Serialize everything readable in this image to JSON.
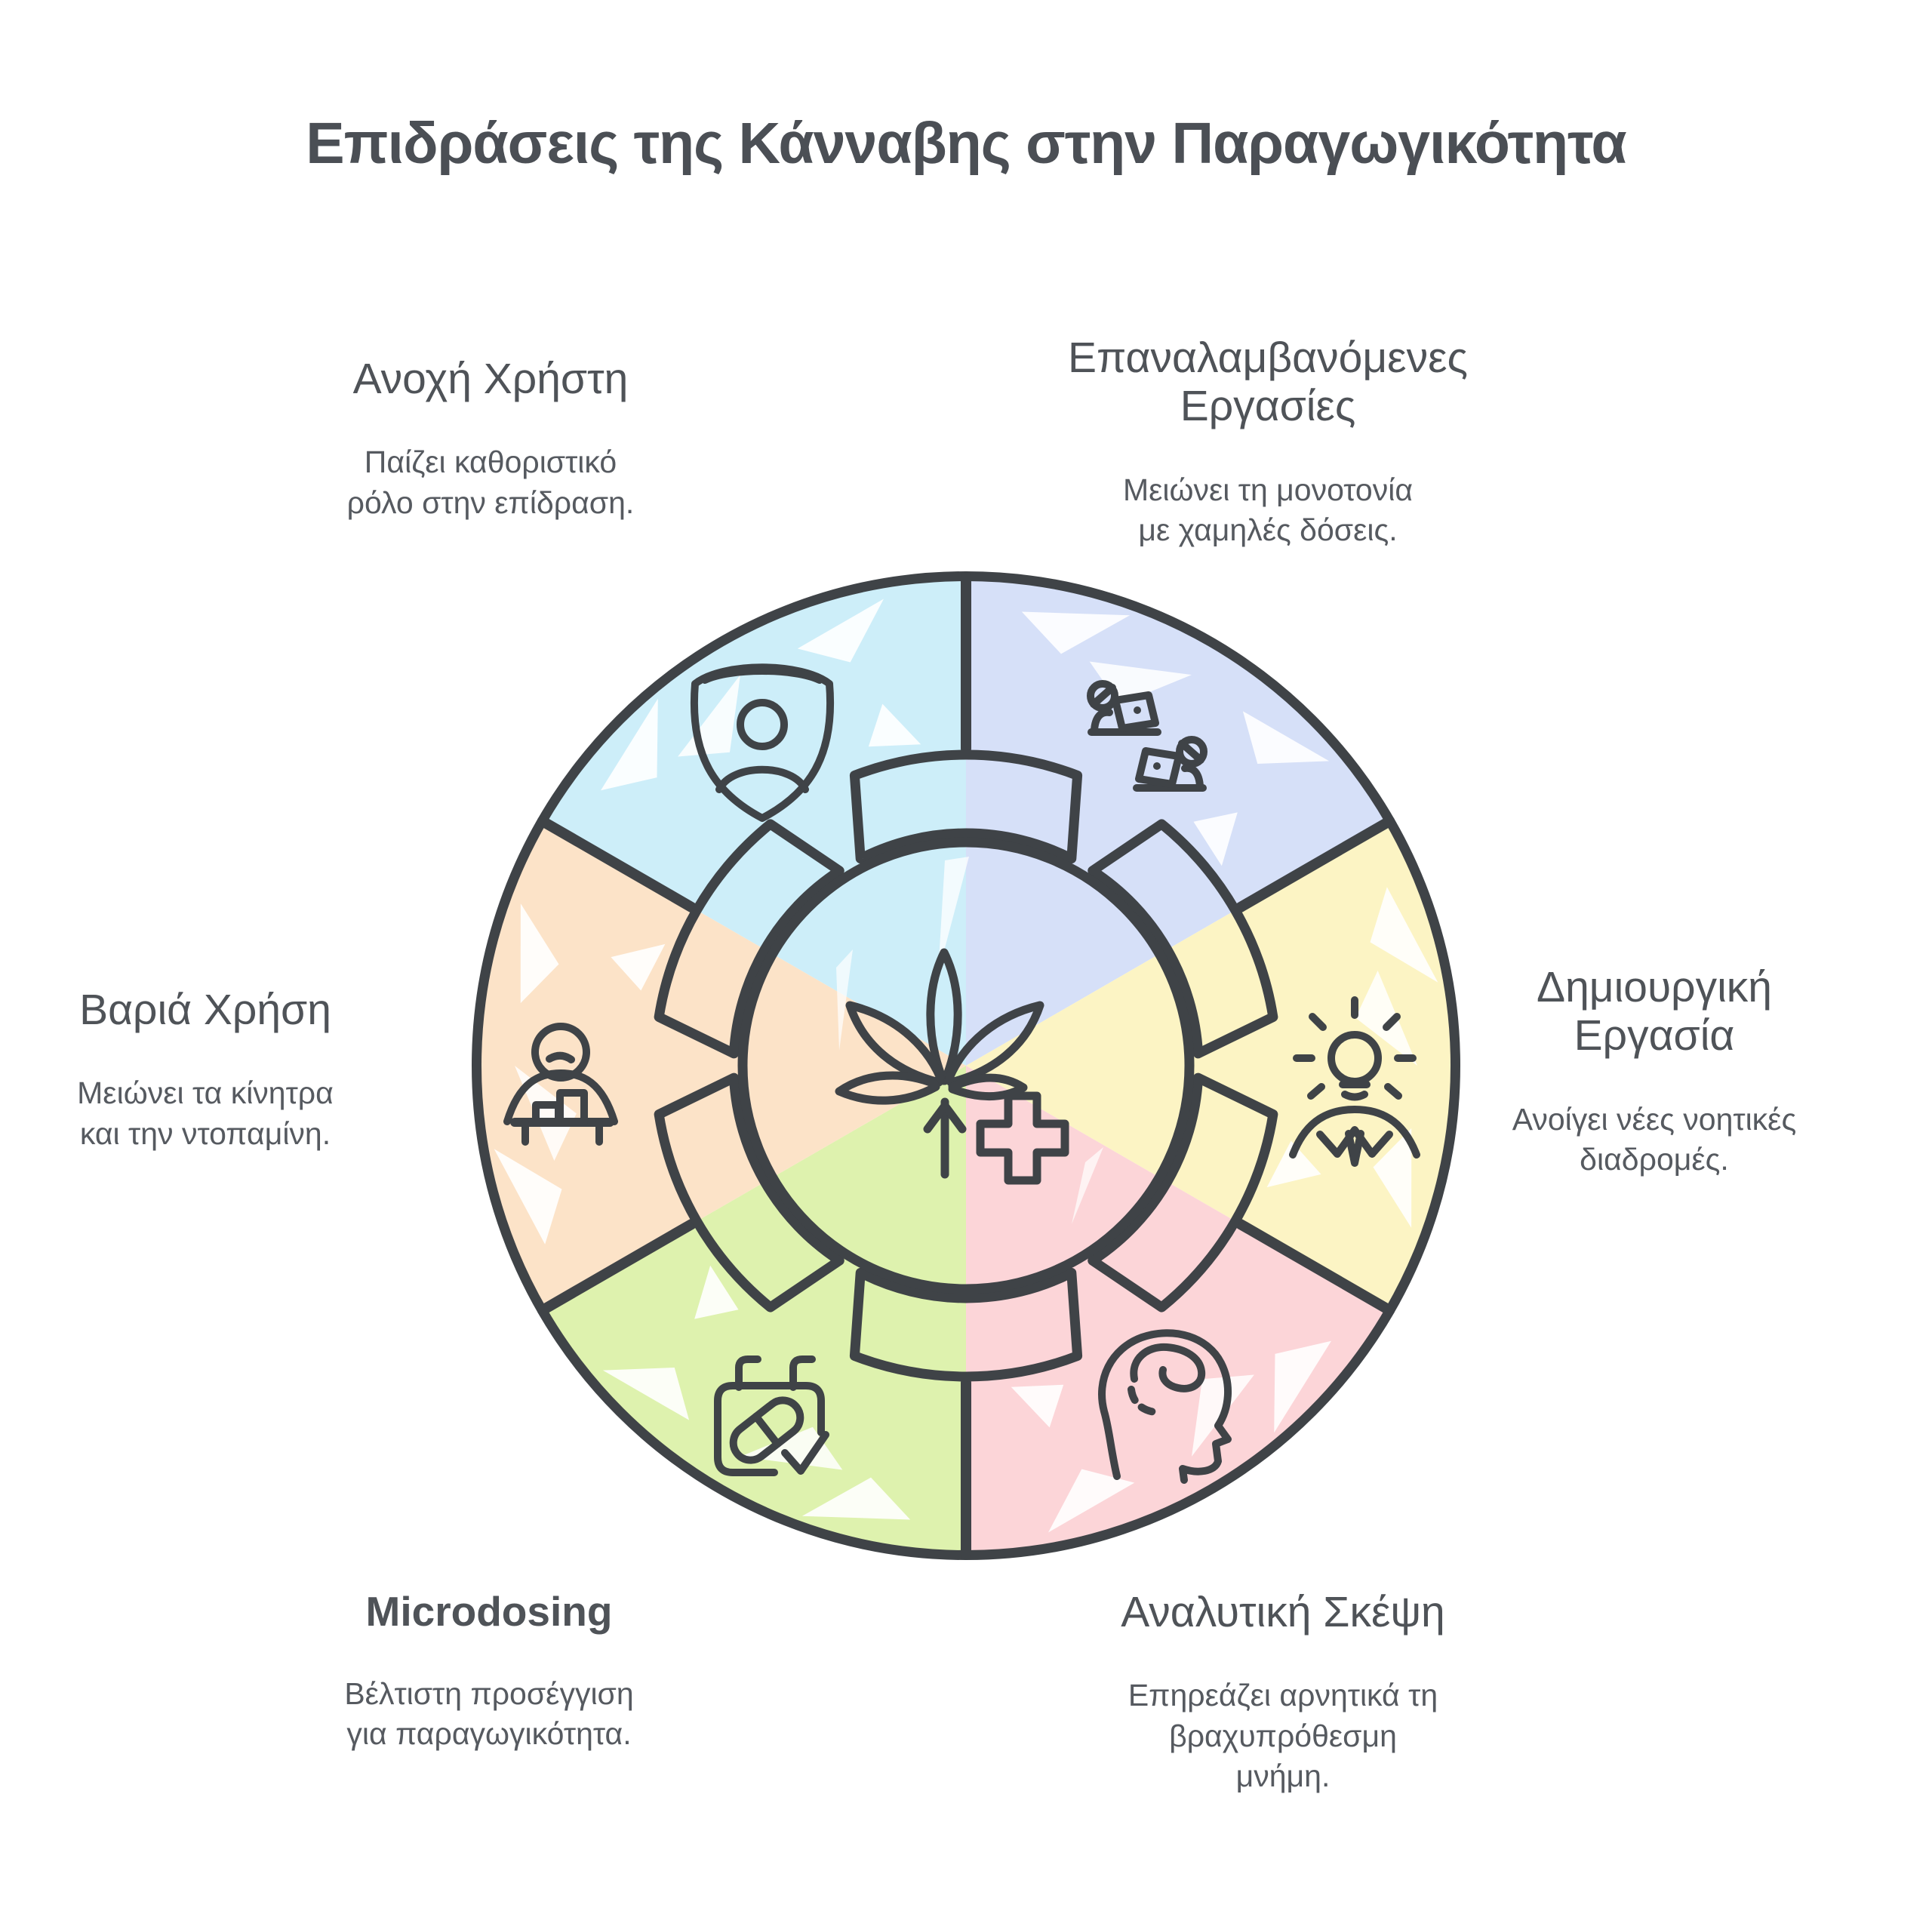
{
  "title": "Επιδράσεις της Κάνναβης στην Παραγωγικότητα",
  "center": {
    "icon": "cannabis-medical-icon",
    "fill": "#e9e9ea"
  },
  "segments": [
    {
      "id": "user-tolerance",
      "position": "top-left",
      "icon": "shield-user-icon",
      "color": "#cdeef9",
      "title": "Ανοχή Χρήστη",
      "description": "Παίζει καθοριστικό\nρόλο στην επίδραση."
    },
    {
      "id": "repetitive-tasks",
      "position": "top-right",
      "icon": "dual-workstation-icon",
      "color": "#d6e0f8",
      "title": "Επαναλαμβανόμενες\nΕργασίες",
      "description": "Μειώνει τη μονοτονία\nμε χαμηλές δόσεις."
    },
    {
      "id": "creative-work",
      "position": "right",
      "icon": "idea-person-icon",
      "color": "#fcf4c4",
      "title": "Δημιουργική\nΕργασία",
      "description": "Ανοίγει νέες νοητικές\nδιαδρομές."
    },
    {
      "id": "analytical-thinking",
      "position": "bottom-right",
      "icon": "head-brain-icon",
      "color": "#fcd5d8",
      "title": "Αναλυτική Σκέψη",
      "description": "Επηρεάζει αρνητικά τη\nβραχυπρόθεσμη\nμνήμη."
    },
    {
      "id": "microdosing",
      "position": "bottom-left",
      "icon": "pill-checklist-icon",
      "color": "#def2ae",
      "title": "Microdosing",
      "description": "Βέλτιστη προσέγγιση\nγια παραγωγικότητα."
    },
    {
      "id": "heavy-use",
      "position": "left",
      "icon": "person-desk-icon",
      "color": "#fce3c8",
      "title": "Βαριά Χρήση",
      "description": "Μειώνει τα κίνητρα\nκαι την ντοπαμίνη."
    }
  ],
  "palette": {
    "outline": "#3f4347",
    "heading_text": "#4f5358",
    "body_text": "#565a60",
    "background": "#ffffff"
  }
}
